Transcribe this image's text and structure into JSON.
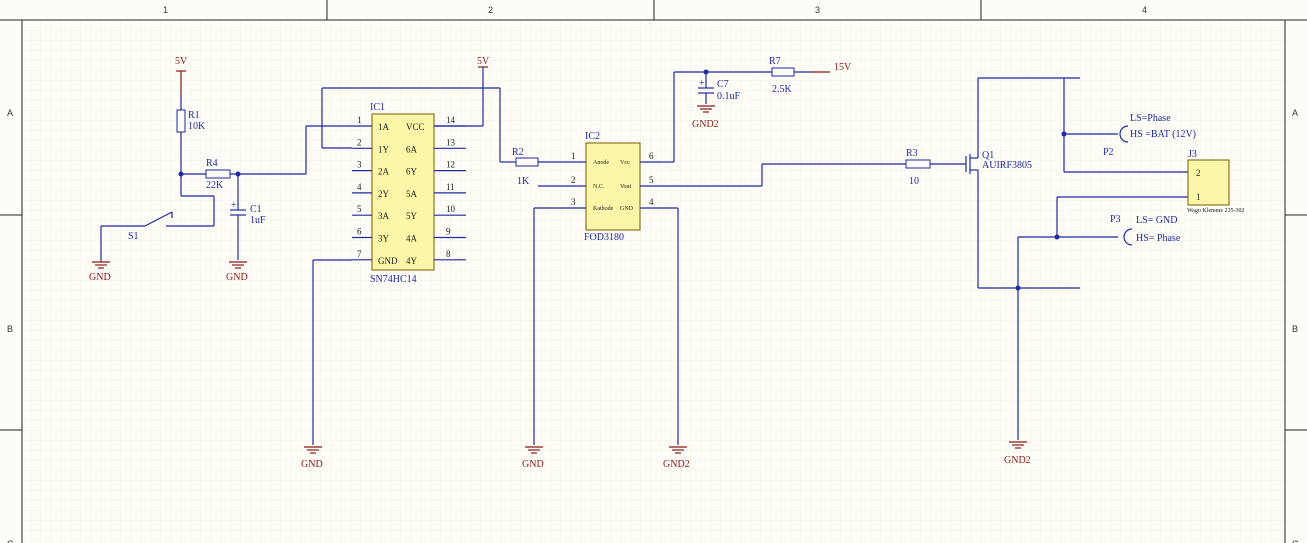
{
  "frame": {
    "columns": [
      "1",
      "2",
      "3",
      "4"
    ],
    "rows": [
      "A",
      "B",
      "C"
    ]
  },
  "power": {
    "vcc1": "5V",
    "vcc2": "5V",
    "v15": "15V"
  },
  "grounds": {
    "gnd": "GND",
    "gnd2": "GND2"
  },
  "R1": {
    "ref": "R1",
    "value": "10K"
  },
  "R4": {
    "ref": "R4",
    "value": "22K"
  },
  "C1": {
    "ref": "C1",
    "value": "1uF"
  },
  "S1": {
    "ref": "S1"
  },
  "IC1": {
    "ref": "IC1",
    "part": "SN74HC14",
    "left": [
      {
        "num": "1",
        "name": "1A"
      },
      {
        "num": "2",
        "name": "1Y"
      },
      {
        "num": "3",
        "name": "2A"
      },
      {
        "num": "4",
        "name": "2Y"
      },
      {
        "num": "5",
        "name": "3A"
      },
      {
        "num": "6",
        "name": "3Y"
      },
      {
        "num": "7",
        "name": "GND"
      }
    ],
    "right": [
      {
        "num": "14",
        "name": "VCC"
      },
      {
        "num": "13",
        "name": "6A"
      },
      {
        "num": "12",
        "name": "6Y"
      },
      {
        "num": "11",
        "name": "5A"
      },
      {
        "num": "10",
        "name": "5Y"
      },
      {
        "num": "9",
        "name": "4A"
      },
      {
        "num": "8",
        "name": "4Y"
      }
    ]
  },
  "R2": {
    "ref": "R2",
    "value": "1K"
  },
  "IC2": {
    "ref": "IC2",
    "part": "FOD3180",
    "left": [
      {
        "num": "1",
        "name": "Anode"
      },
      {
        "num": "2",
        "name": "N.C."
      },
      {
        "num": "3",
        "name": "Kathode"
      }
    ],
    "right": [
      {
        "num": "6",
        "name": "Vcc"
      },
      {
        "num": "5",
        "name": "Vout"
      },
      {
        "num": "4",
        "name": "GND"
      }
    ]
  },
  "C7": {
    "ref": "C7",
    "value": "0.1uF"
  },
  "R7": {
    "ref": "R7",
    "value": "2.5K"
  },
  "R3": {
    "ref": "R3",
    "value": "10"
  },
  "Q1": {
    "ref": "Q1",
    "part": "AUIRF3805"
  },
  "P2": {
    "ref": "P2",
    "line1": "LS=Phase",
    "line2": "HS =BAT (12V)"
  },
  "P3": {
    "ref": "P3",
    "line1": "LS= GND",
    "line2": "HS= Phase"
  },
  "J3": {
    "ref": "J3",
    "pin_top": "2",
    "pin_bot": "1",
    "part": "Wago Klemme 235-302"
  }
}
